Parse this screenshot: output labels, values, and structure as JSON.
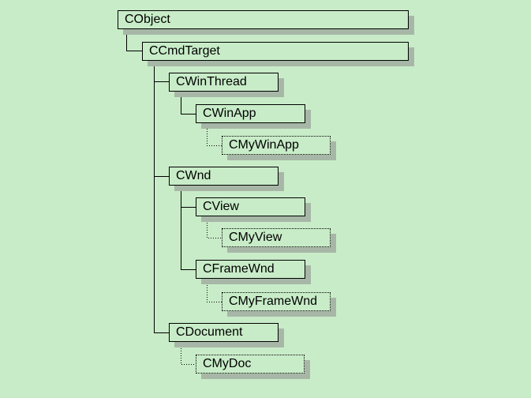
{
  "diagram": {
    "nodes": {
      "cobject": "CObject",
      "ccmdtarget": "CCmdTarget",
      "cwinthread": "CWinThread",
      "cwinapp": "CWinApp",
      "cmywinapp": "CMyWinApp",
      "cwnd": "CWnd",
      "cview": "CView",
      "cmyview": "CMyView",
      "cframewnd": "CFrameWnd",
      "cmyframewnd": "CMyFrameWnd",
      "cdocument": "CDocument",
      "cmydoc": "CMyDoc"
    }
  }
}
